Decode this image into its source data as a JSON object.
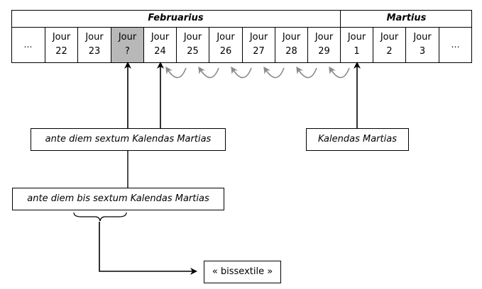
{
  "header": {
    "month_feb": "Februarius",
    "month_mar": "Martius"
  },
  "days": [
    {
      "label": "Jour",
      "num": "22"
    },
    {
      "label": "Jour",
      "num": "23"
    },
    {
      "label": "Jour",
      "num": "?"
    },
    {
      "label": "Jour",
      "num": "24"
    },
    {
      "label": "Jour",
      "num": "25"
    },
    {
      "label": "Jour",
      "num": "26"
    },
    {
      "label": "Jour",
      "num": "27"
    },
    {
      "label": "Jour",
      "num": "28"
    },
    {
      "label": "Jour",
      "num": "29"
    },
    {
      "label": "Jour",
      "num": "1"
    },
    {
      "label": "Jour",
      "num": "2"
    },
    {
      "label": "Jour",
      "num": "3"
    }
  ],
  "ellipsis": "…",
  "labels": {
    "ante_sextum": "ante diem sextum Kalendas Martias",
    "kalendas": "Kalendas Martias",
    "ante_bis": "ante diem bis sextum Kalendas Martias",
    "bissextile": "« bissextile »"
  },
  "colors": {
    "highlight": "#b8b8b8",
    "curl_arrow": "#8a8a8a",
    "line": "#000000"
  }
}
